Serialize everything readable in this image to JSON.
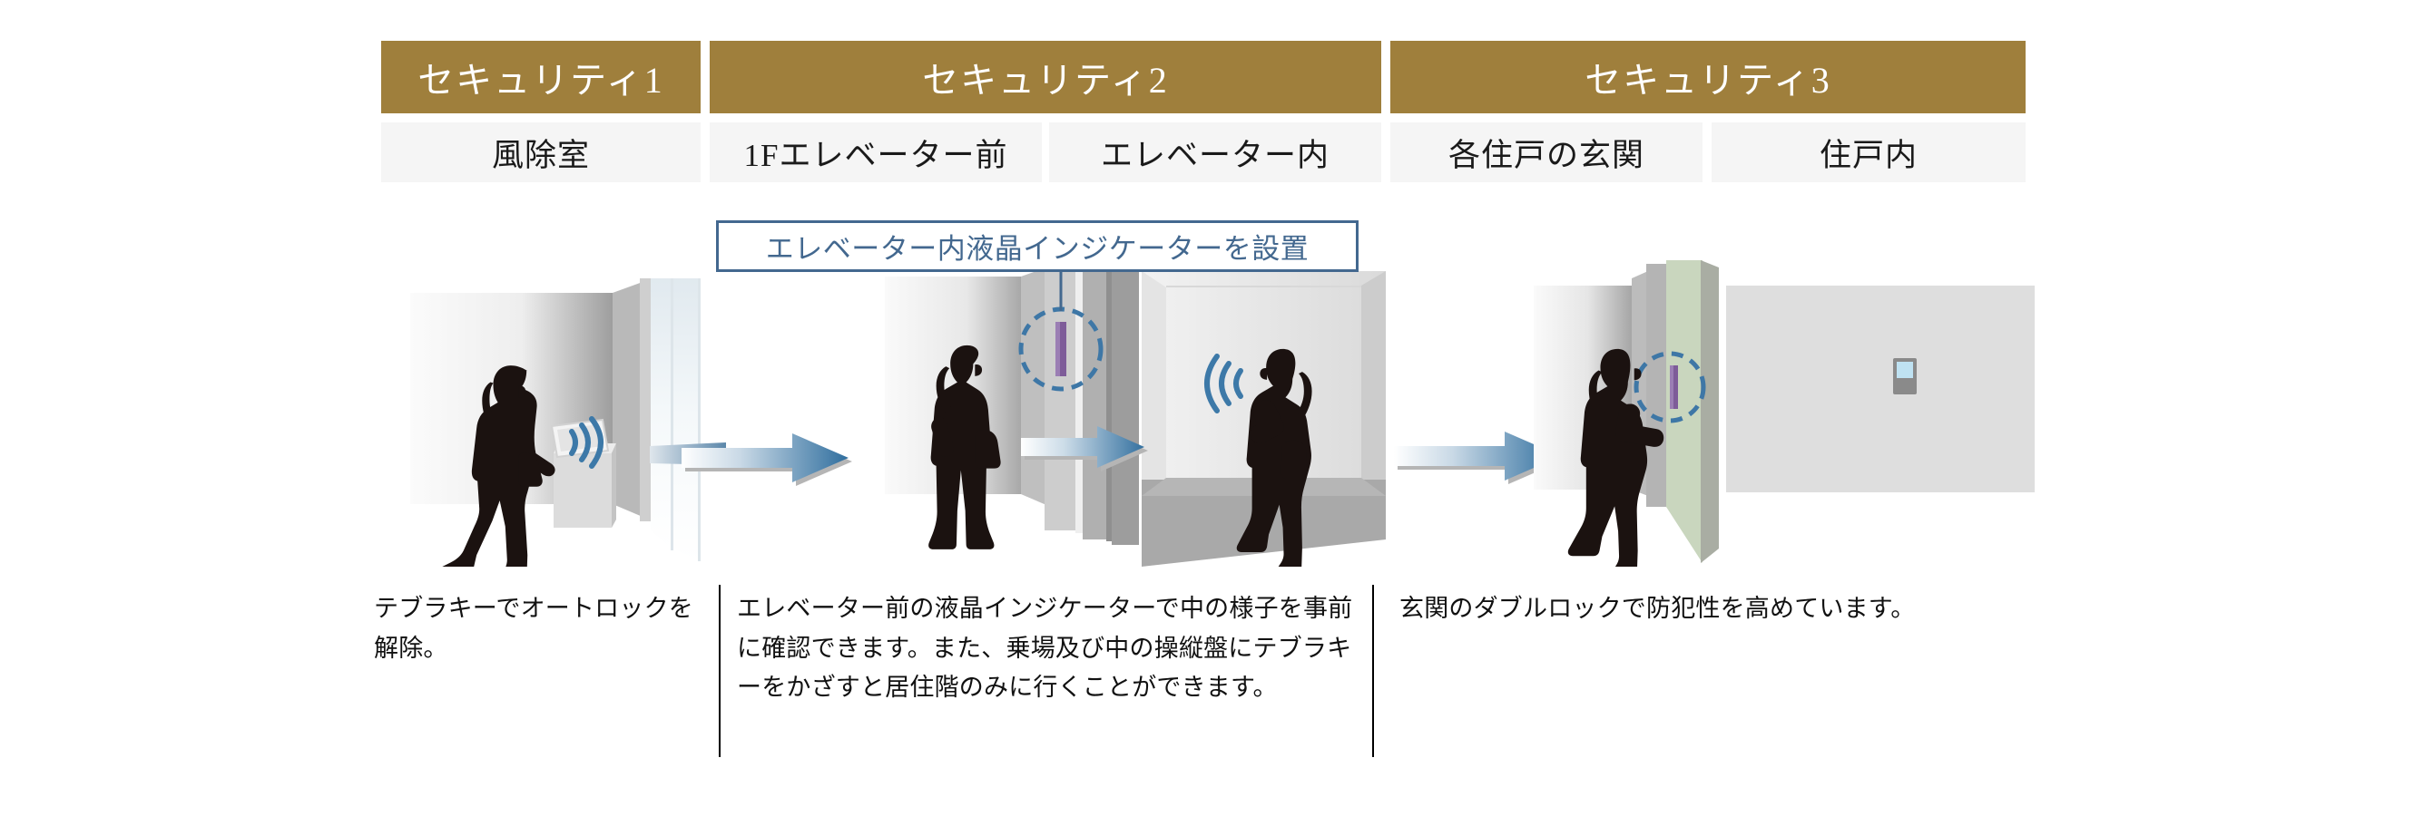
{
  "headers": [
    {
      "label": "セキュリティ1",
      "name": "security-1"
    },
    {
      "label": "セキュリティ2",
      "name": "security-2"
    },
    {
      "label": "セキュリティ3",
      "name": "security-3"
    }
  ],
  "sub_headers": [
    {
      "label": "風除室"
    },
    {
      "label": "1Fエレベーター前"
    },
    {
      "label": "エレベーター内"
    },
    {
      "label": "各住戸の玄関"
    },
    {
      "label": "住戸内"
    }
  ],
  "annotation": {
    "label": "エレベーター内液晶インジケーターを設置"
  },
  "captions": [
    {
      "text": "テブラキーでオートロックを解除。"
    },
    {
      "text": "エレベーター前の液晶インジケーターで中の様子を事前に確認できます。また、乗場及び中の操縦盤にテブラキーをかざすと居住階のみに行くことができます。"
    },
    {
      "text": "玄関のダブルロックで防犯性を高めています。"
    }
  ],
  "colors": {
    "gold": "#9F7F3C",
    "sub_bar": "#F5F5F5",
    "annotation_blue": "#43688F",
    "arrow_blue": "#3D79A8",
    "indicator_purple": "#7E5C99",
    "door_green": "#C9D6BE"
  },
  "icons": {
    "wireless_signal": "wireless-signal-icon",
    "intercom_panel": "intercom-panel-icon",
    "lcd_indicator": "lcd-indicator-icon",
    "door_lock": "door-lock-icon",
    "flow_arrow": "flow-arrow-icon"
  }
}
